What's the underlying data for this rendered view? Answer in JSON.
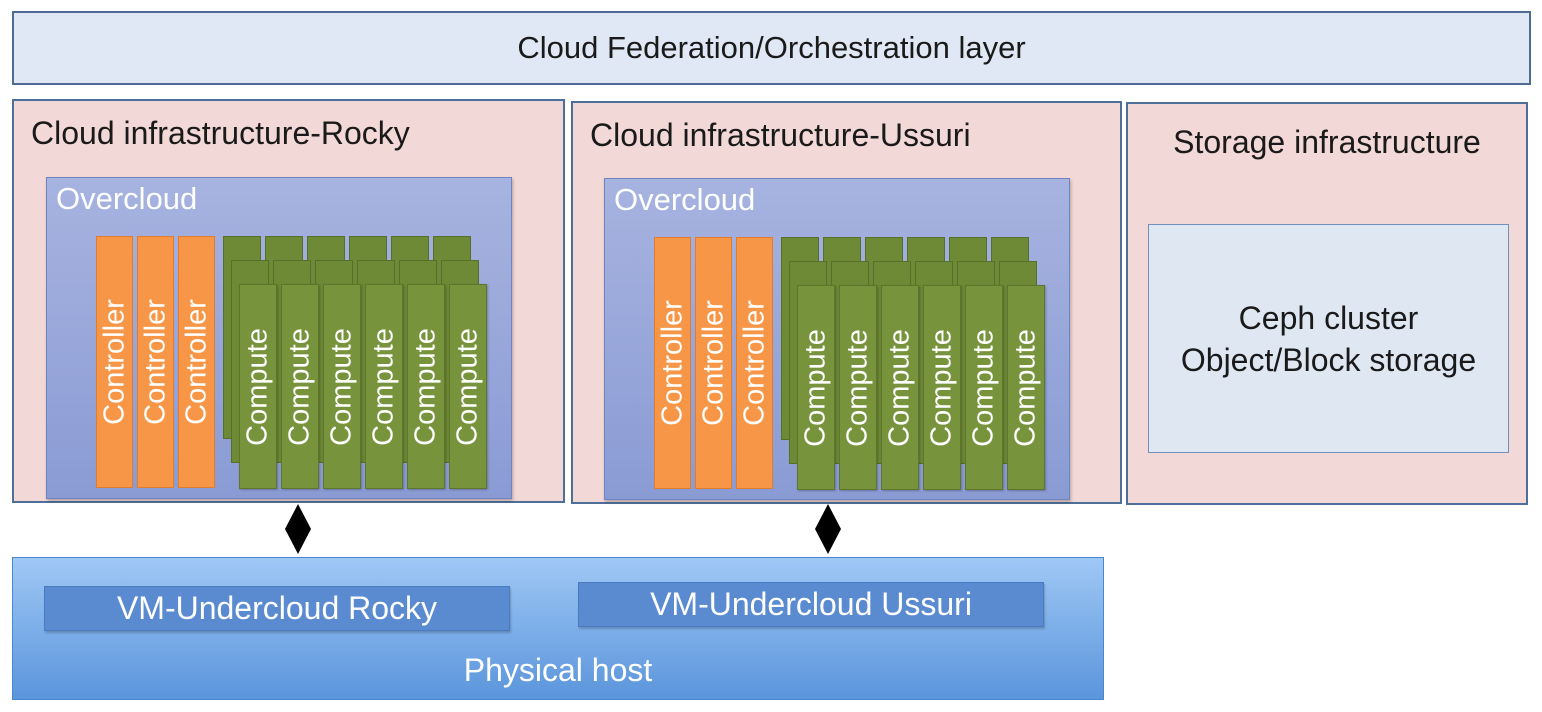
{
  "federation": {
    "label": "Cloud Federation/Orchestration layer"
  },
  "clouds": [
    {
      "title": "Cloud infrastructure-Rocky",
      "overcloud": "Overcloud",
      "controllers": [
        "Controller",
        "Controller",
        "Controller"
      ],
      "computes": [
        "Compute",
        "Compute",
        "Compute",
        "Compute",
        "Compute",
        "Compute"
      ]
    },
    {
      "title": "Cloud infrastructure-Ussuri",
      "overcloud": "Overcloud",
      "controllers": [
        "Controller",
        "Controller",
        "Controller"
      ],
      "computes": [
        "Compute",
        "Compute",
        "Compute",
        "Compute",
        "Compute",
        "Compute"
      ]
    }
  ],
  "storage": {
    "title": "Storage infrastructure",
    "line1": "Ceph cluster",
    "line2": "Object/Block storage"
  },
  "physical": {
    "label": "Physical host",
    "vms": [
      "VM-Undercloud Rocky",
      "VM-Undercloud Ussuri"
    ]
  },
  "colors": {
    "federation_fill": "#dfe8f4",
    "infra_fill": "#f2d8d6",
    "overcloud_fill": "#9aa8dc",
    "controller": "#f79646",
    "compute": "#77933c",
    "physical_host": "#6fa6e4",
    "vm": "#5a8bd0"
  }
}
